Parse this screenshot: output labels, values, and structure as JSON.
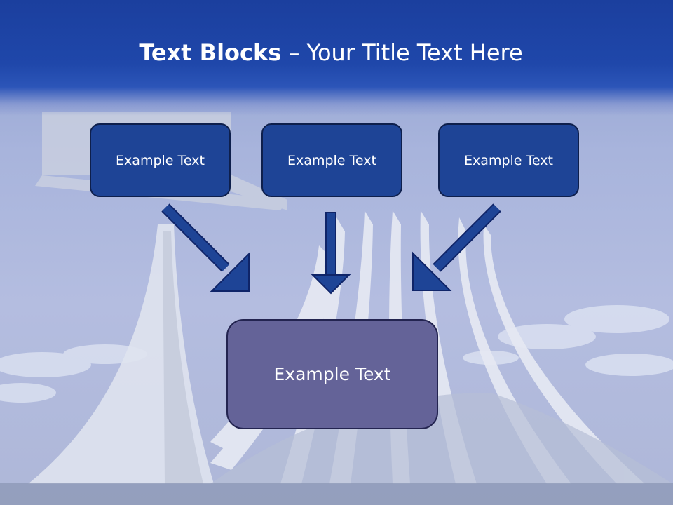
{
  "slide": {
    "title_bold": "Text Blocks",
    "title_rest": " – Your Title Text Here",
    "blocks": [
      {
        "label": "Example Text"
      },
      {
        "label": "Example Text"
      },
      {
        "label": "Example Text"
      }
    ],
    "result_block": {
      "label": "Example Text"
    }
  },
  "colors": {
    "header": "#1f47aa",
    "block_fill": "#1e4496",
    "result_fill": "#646398",
    "arrow": "#1e4496"
  },
  "icons": {
    "arrows": [
      "arrow-down-right-icon",
      "arrow-down-icon",
      "arrow-down-left-icon"
    ]
  }
}
